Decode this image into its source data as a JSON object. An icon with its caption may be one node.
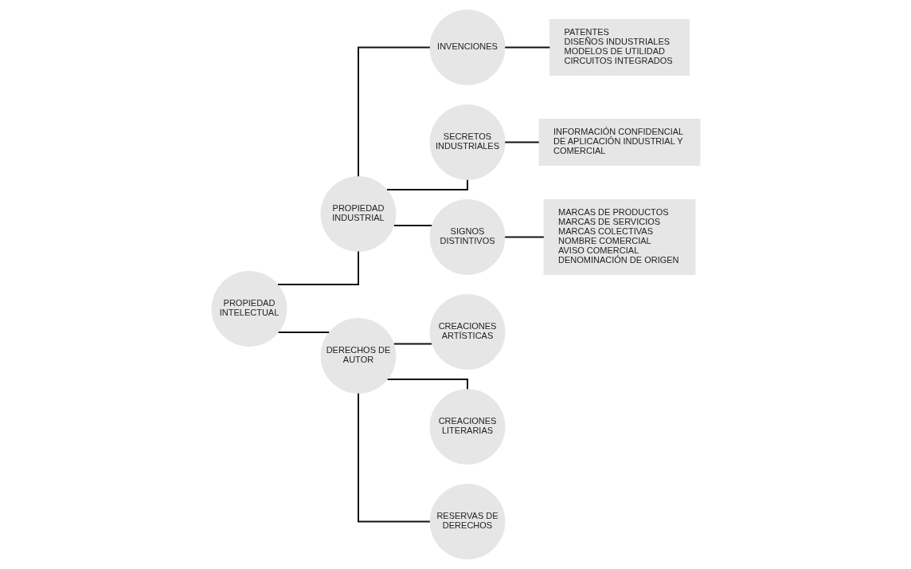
{
  "diagram": {
    "nodes": [
      {
        "text": [
          "PROPIEDAD INTELECTUAL"
        ]
      },
      {
        "text": [
          "PROPIEDAD INDUSTRIAL"
        ]
      },
      {
        "text": [
          "DERECHOS DE AUTOR"
        ]
      },
      {
        "text": [
          "INVENCIONES"
        ]
      },
      {
        "text": [
          "SECRETOS INDUSTRIALES"
        ]
      },
      {
        "text": [
          "SIGNOS DISTINTIVOS"
        ]
      },
      {
        "text": [
          "PATENTES",
          "DISEÑOS INDUSTRIALES",
          "MODELOS DE UTILIDAD",
          "CIRCUITOS INTEGRADOS"
        ]
      },
      {
        "text": [
          "INFORMACIÓN CONFIDENCIAL DE APLICACIÓN INDUSTRIAL Y COMERCIAL"
        ]
      },
      {
        "text": [
          "MARCAS DE PRODUCTOS",
          "MARCAS DE SERVICIOS",
          "MARCAS COLECTIVAS",
          "NOMBRE COMERCIAL",
          "AVISO COMERCIAL",
          "DENOMINACIÓN DE ORIGEN"
        ]
      },
      {
        "text": [
          "CREACIONES ARTÍSTICAS"
        ]
      },
      {
        "text": [
          "CREACIONES LITERARIAS"
        ]
      },
      {
        "text": [
          "RESERVAS DE DERECHOS"
        ]
      }
    ],
    "edges": [
      {
        "from": 0,
        "to": 1,
        "arrow": "none"
      },
      {
        "from": 0,
        "to": 2,
        "arrow": "none"
      },
      {
        "from": 1,
        "to": 3,
        "arrow": "none"
      },
      {
        "from": 1,
        "to": 4,
        "arrow": "none"
      },
      {
        "from": 1,
        "to": 5,
        "arrow": "none"
      },
      {
        "from": 3,
        "to": 6,
        "arrow": "none"
      },
      {
        "from": 4,
        "to": 7,
        "arrow": "none"
      },
      {
        "from": 5,
        "to": 8,
        "arrow": "none"
      },
      {
        "from": 2,
        "to": 9,
        "arrow": "none"
      },
      {
        "from": 2,
        "to": 10,
        "arrow": "none"
      },
      {
        "from": 2,
        "to": 11,
        "arrow": "none"
      }
    ]
  }
}
